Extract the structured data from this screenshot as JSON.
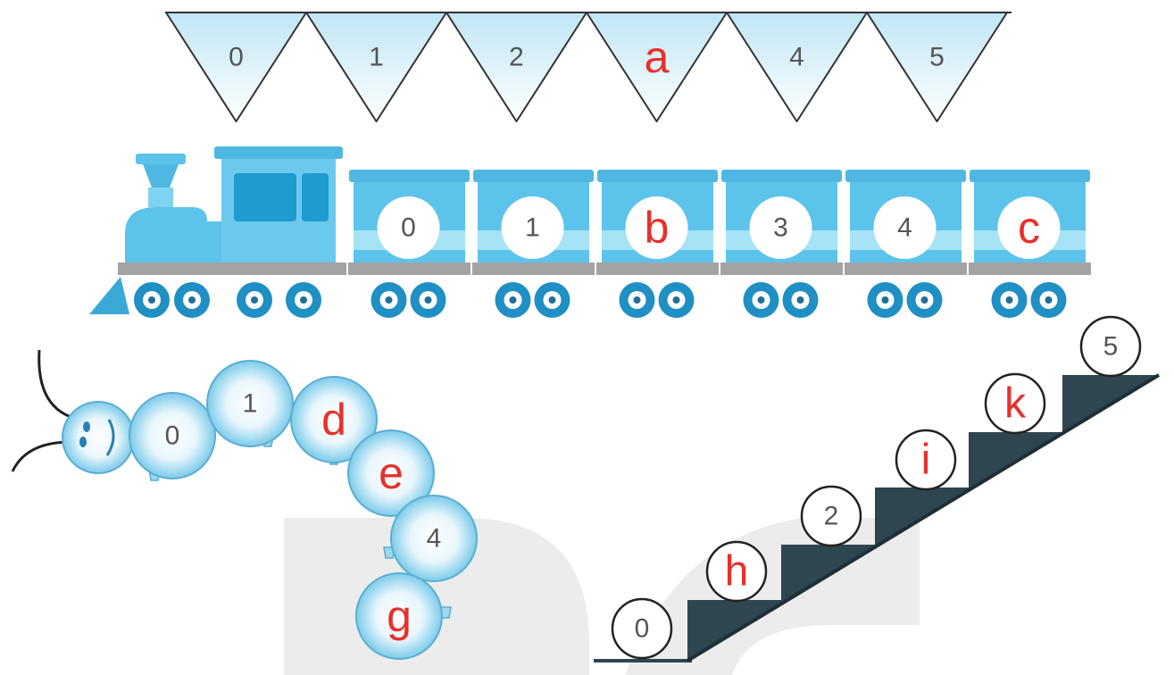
{
  "colors": {
    "background": "#ffffff",
    "accent_red": "#e8302a",
    "number_gray": "#555555",
    "train_blue": "#4fc3ea",
    "train_light": "#a6e3f7",
    "stair_dark": "#2f4650",
    "watermark": "#ededed"
  },
  "flags": [
    "0",
    "1",
    "2",
    "a",
    "4",
    "5"
  ],
  "train": {
    "cars": [
      "0",
      "1",
      "b",
      "3",
      "4",
      "c"
    ]
  },
  "caterpillar": {
    "segments": [
      "0",
      "1",
      "d",
      "e",
      "4",
      "g"
    ]
  },
  "stairs": {
    "balls": [
      "0",
      "h",
      "2",
      "i",
      "k",
      "5"
    ]
  }
}
